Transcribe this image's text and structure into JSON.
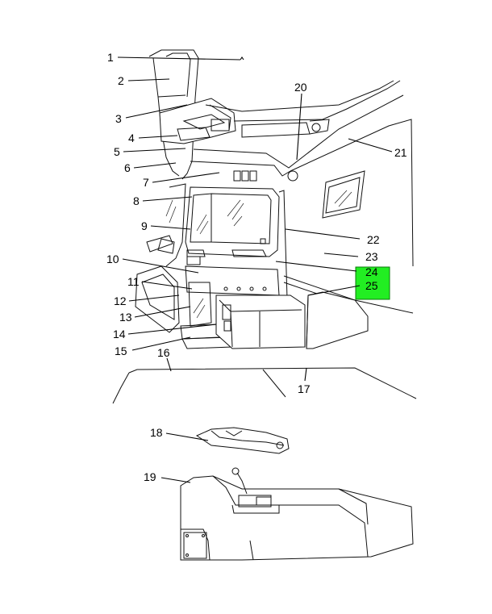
{
  "callouts": [
    {
      "id": "1",
      "label": "1"
    },
    {
      "id": "2",
      "label": "2"
    },
    {
      "id": "3",
      "label": "3"
    },
    {
      "id": "4",
      "label": "4"
    },
    {
      "id": "5",
      "label": "5"
    },
    {
      "id": "6",
      "label": "6"
    },
    {
      "id": "7",
      "label": "7"
    },
    {
      "id": "8",
      "label": "8"
    },
    {
      "id": "9",
      "label": "9"
    },
    {
      "id": "10",
      "label": "10"
    },
    {
      "id": "11",
      "label": "11"
    },
    {
      "id": "12",
      "label": "12"
    },
    {
      "id": "13",
      "label": "13"
    },
    {
      "id": "14",
      "label": "14"
    },
    {
      "id": "15",
      "label": "15"
    },
    {
      "id": "16",
      "label": "16"
    },
    {
      "id": "17",
      "label": "17"
    },
    {
      "id": "18",
      "label": "18"
    },
    {
      "id": "19",
      "label": "19"
    },
    {
      "id": "20",
      "label": "20"
    },
    {
      "id": "21",
      "label": "21"
    },
    {
      "id": "22",
      "label": "22"
    },
    {
      "id": "23",
      "label": "23"
    },
    {
      "id": "24",
      "label": "24"
    },
    {
      "id": "25",
      "label": "25"
    }
  ],
  "highlight": {
    "labels": [
      "24",
      "25"
    ],
    "color": "#22ee22"
  }
}
